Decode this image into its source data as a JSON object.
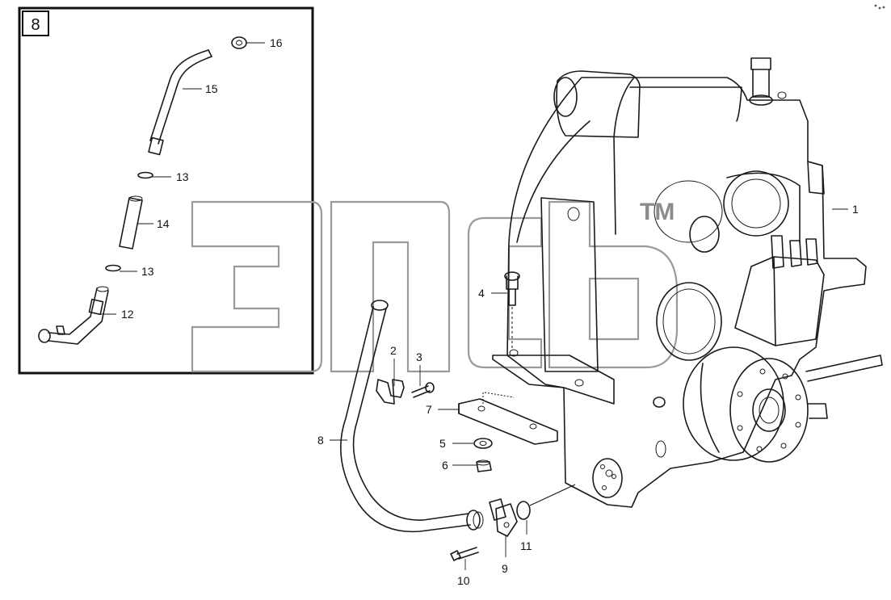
{
  "inset": {
    "label": "8",
    "callouts": [
      "16",
      "15",
      "13",
      "14",
      "13",
      "12"
    ]
  },
  "callouts": [
    "1",
    "2",
    "3",
    "4",
    "5",
    "6",
    "7",
    "8",
    "9",
    "10",
    "11"
  ],
  "watermark": {
    "mark": "TM"
  }
}
